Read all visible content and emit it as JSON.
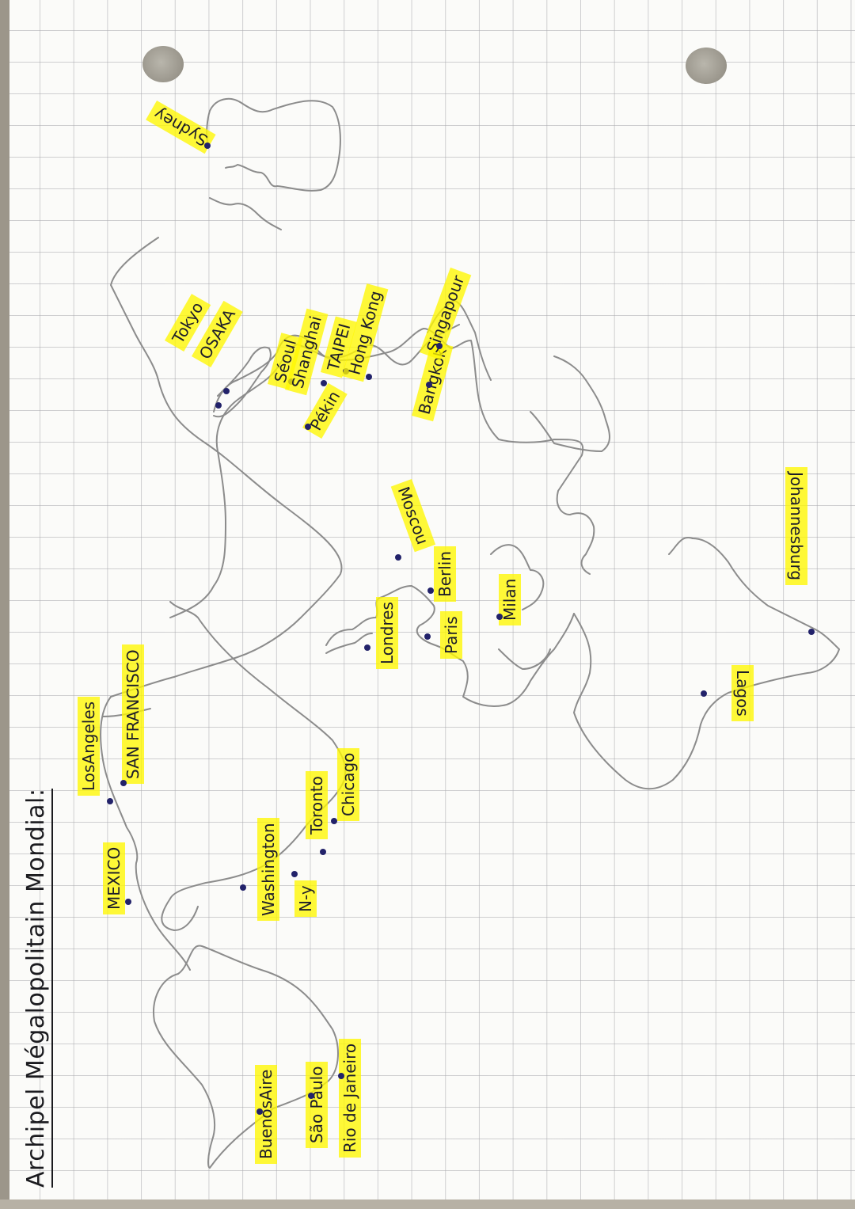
{
  "title": "Archipel Mégalopolitain Mondial:",
  "colors": {
    "paper": "#fbfbf9",
    "grid": "#aaaaaf",
    "highlight": "#fff700",
    "ink": "#1d1d2a",
    "dot": "#22226a",
    "outline": "#8c8c8c"
  },
  "regions": {
    "south_america": {
      "cities": [
        {
          "name": "Buenos Aires",
          "label": "BuenosAire"
        },
        {
          "name": "São Paulo",
          "label": "São Paulo"
        },
        {
          "name": "Rio de Janeiro",
          "label": "Rio de Janeiro"
        }
      ]
    },
    "north_america": {
      "cities": [
        {
          "name": "Mexico",
          "label": "MEXICO"
        },
        {
          "name": "Los Angeles",
          "label": "LosAngeles"
        },
        {
          "name": "San Francisco",
          "label": "SAN FRANCISCO"
        },
        {
          "name": "Washington",
          "label": "Washington"
        },
        {
          "name": "New York",
          "label": "N-y"
        },
        {
          "name": "Toronto",
          "label": "Toronto"
        },
        {
          "name": "Chicago",
          "label": "Chicago"
        }
      ]
    },
    "europe": {
      "cities": [
        {
          "name": "Londres",
          "label": "Londres"
        },
        {
          "name": "Paris",
          "label": "Paris"
        },
        {
          "name": "Berlin",
          "label": "Berlin"
        },
        {
          "name": "Milan",
          "label": "Milan"
        },
        {
          "name": "Moscou",
          "label": "Moscou"
        }
      ]
    },
    "africa": {
      "cities": [
        {
          "name": "Lagos",
          "label": "Lagos"
        },
        {
          "name": "Johannesburg",
          "label": "Johannesburg"
        }
      ]
    },
    "asia": {
      "cities": [
        {
          "name": "Tokyo",
          "label": "Tokyo"
        },
        {
          "name": "Osaka",
          "label": "OSAKA"
        },
        {
          "name": "Séoul",
          "label": "Séoul"
        },
        {
          "name": "Shanghai",
          "label": "Shanghai"
        },
        {
          "name": "Pékin",
          "label": "Pékin"
        },
        {
          "name": "Taipei",
          "label": "TAIPEI"
        },
        {
          "name": "Hong Kong",
          "label": "Hong Kong"
        },
        {
          "name": "Bangkok",
          "label": "Bangkok"
        },
        {
          "name": "Singapour",
          "label": "Singapour"
        }
      ]
    },
    "oceania": {
      "cities": [
        {
          "name": "Sydney",
          "label": "Sydney"
        }
      ]
    }
  }
}
